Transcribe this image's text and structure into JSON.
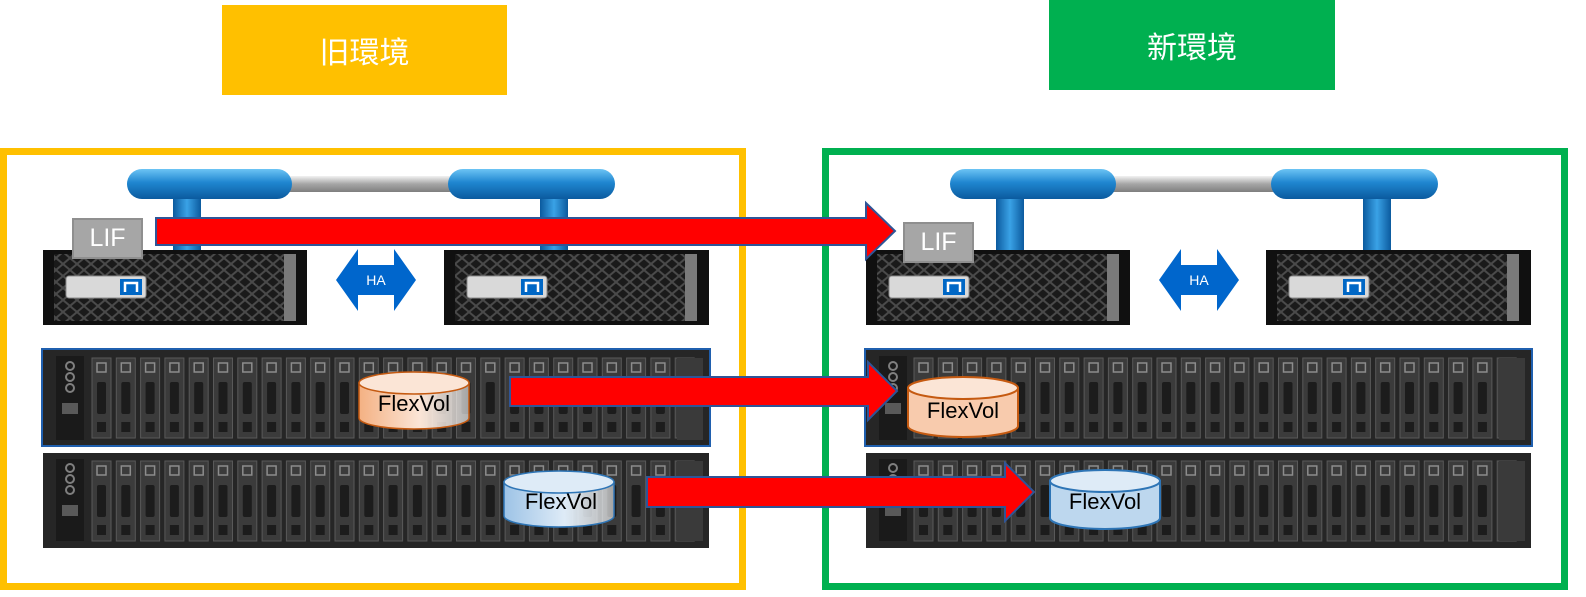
{
  "colors": {
    "old_env": "#ffc000",
    "new_env": "#00b050",
    "migration_arrow": "#ff0000",
    "network_bar": "#1f86d0",
    "ha_arrow": "#0066cc",
    "volume_orange": "#f8cbad",
    "volume_blue": "#bdd7ee",
    "lif_gray": "#a6a6a6"
  },
  "environments": {
    "old": {
      "label": "旧環境"
    },
    "new": {
      "label": "新環境"
    }
  },
  "old_cluster": {
    "lif_label": "LIF",
    "ha_label": "HA",
    "volumes": [
      {
        "label": "FlexVol",
        "color": "orange"
      },
      {
        "label": "FlexVol",
        "color": "blue"
      }
    ]
  },
  "new_cluster": {
    "lif_label": "LIF",
    "ha_label": "HA",
    "volumes": [
      {
        "label": "FlexVol",
        "color": "orange"
      },
      {
        "label": "FlexVol",
        "color": "blue"
      }
    ]
  },
  "migrations": [
    "lif",
    "flexvol-orange",
    "flexvol-blue"
  ],
  "icons": {
    "controller": "storage-controller-icon",
    "shelf": "disk-shelf-icon",
    "network": "network-switch-icon",
    "ha": "double-arrow-icon"
  }
}
